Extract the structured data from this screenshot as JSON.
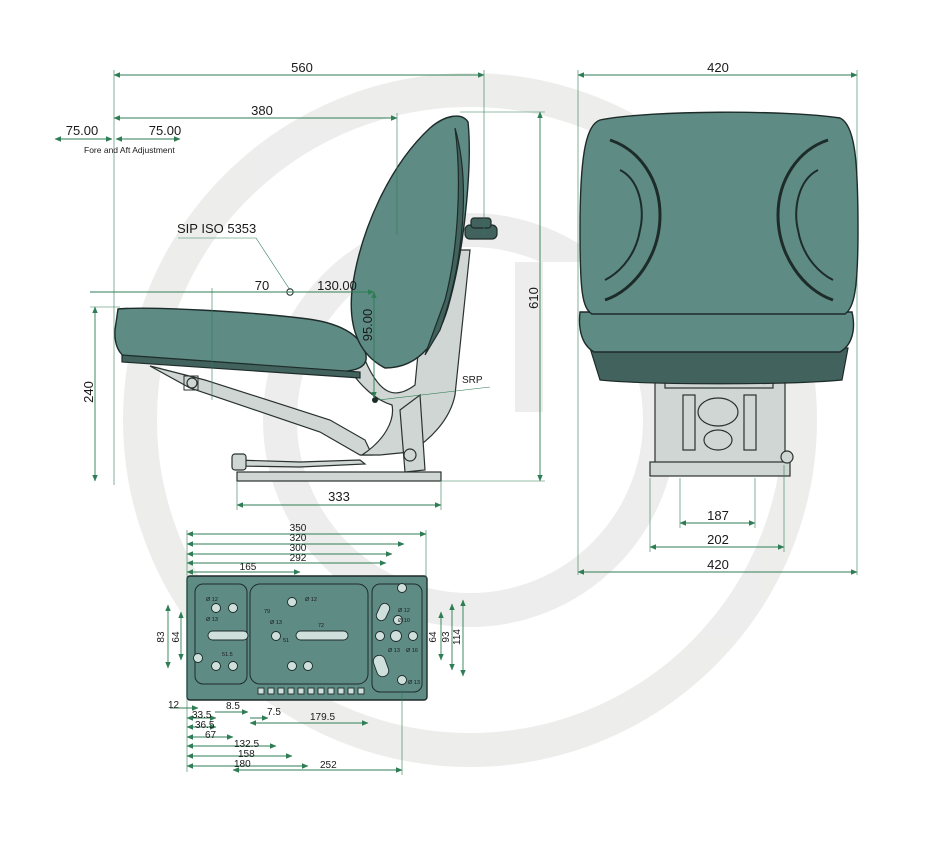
{
  "side_view": {
    "overall_depth": "560",
    "backrest_depth": "380",
    "fore_aft_forward": "75.00",
    "fore_aft_back": "75.00",
    "fore_aft_caption": "Fore and Aft Adjustment",
    "sip_label": "SIP ISO 5353",
    "sip_horizontal": "70",
    "sip_to_back": "130.00",
    "sip_vertical": "95.00",
    "seat_height": "240",
    "overall_height": "610",
    "base_length": "333",
    "srp_label": "SRP"
  },
  "front_view": {
    "top_width": "420",
    "bottom_width": "420",
    "mount_inner": "187",
    "mount_outer": "202"
  },
  "base_plate": {
    "top_dims": [
      "350",
      "320",
      "300",
      "292",
      "165"
    ],
    "left_dims": [
      "83",
      "64"
    ],
    "right_dims": [
      "64",
      "93",
      "114"
    ],
    "bottom_dims": [
      "12",
      "33.5",
      "36.5",
      "67",
      "132.5",
      "158",
      "180",
      "252"
    ],
    "slot_dims": [
      "8.5",
      "7.5",
      "179.5"
    ],
    "hole_labels": [
      "Ø 12",
      "Ø 13",
      "Ø 12",
      "Ø 13",
      "Ø 12",
      "Ø 10",
      "Ø 13",
      "Ø 16",
      "Ø 13"
    ],
    "small_dims": [
      "79",
      "51.5",
      "72",
      "51"
    ]
  },
  "colors": {
    "seat": "#5f8b85",
    "dimension_line": "#2f7d55",
    "watermark": "#e6e8e6"
  }
}
